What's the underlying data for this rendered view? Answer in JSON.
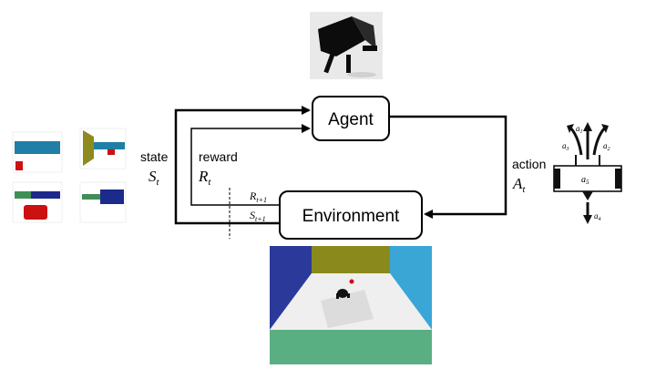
{
  "boxes": {
    "agent": "Agent",
    "environment": "Environment"
  },
  "labels": {
    "state_word": "state",
    "state_symbol": "S",
    "state_sub": "t",
    "reward_word": "reward",
    "reward_symbol": "R",
    "reward_sub": "t",
    "action_word": "action",
    "action_symbol": "A",
    "action_sub": "t",
    "next_reward_symbol": "R",
    "next_reward_sub": "t+1",
    "next_state_symbol": "S",
    "next_state_sub": "t+1"
  },
  "robot_actions": {
    "a1": "a",
    "a1_sub": "1",
    "a2": "a",
    "a2_sub": "2",
    "a3": "a",
    "a3_sub": "3",
    "a4": "a",
    "a4_sub": "4",
    "a5": "a",
    "a5_sub": "5"
  },
  "colors": {
    "teal": "#1f7fa6",
    "red": "#cc1111",
    "olive": "#8f8a1e",
    "navy": "#1c2a8c",
    "green": "#3f8f55",
    "arena_left_wall": "#2b3a9a",
    "arena_right_wall": "#3aa6d6",
    "arena_back_wall": "#8a8a1c",
    "arena_floor": "#ececec",
    "arena_front_wall": "#5aaf82"
  }
}
